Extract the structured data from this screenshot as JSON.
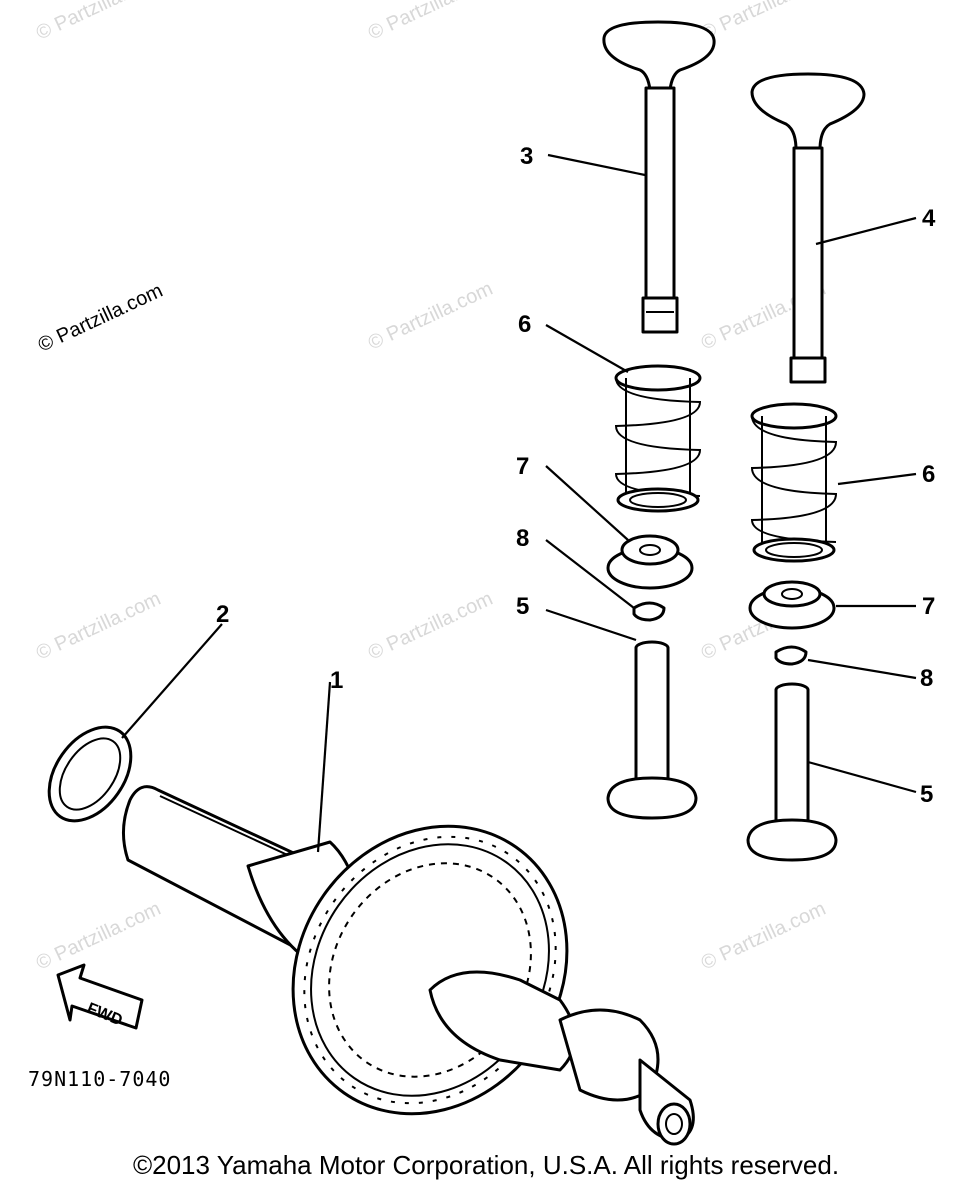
{
  "watermark": {
    "text": "© Partzilla.com"
  },
  "callouts": {
    "c1": "1",
    "c2": "2",
    "c3": "3",
    "c4": "4",
    "c5a": "5",
    "c5b": "5",
    "c6a": "6",
    "c6b": "6",
    "c7a": "7",
    "c7b": "7",
    "c8a": "8",
    "c8b": "8"
  },
  "fwd_label": "FWD",
  "diagram_code": "79N110-7040",
  "copyright": "©2013 Yamaha Motor Corporation, U.S.A. All rights reserved."
}
